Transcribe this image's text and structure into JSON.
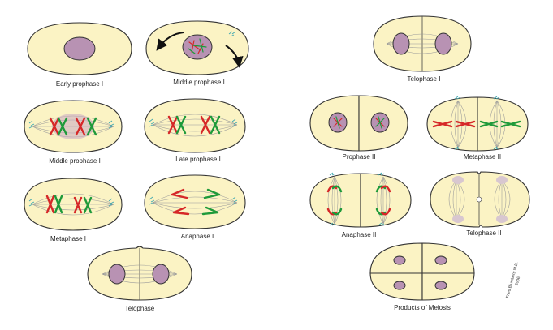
{
  "labels": {
    "early_prophase_1": "Early prophase I",
    "middle_prophase_1_a": "Middle prophase I",
    "middle_prophase_1_b": "Middle prophase I",
    "late_prophase_1": "Late prophase I",
    "metaphase_1": "Metaphase I",
    "anaphase_1": "Anaphase I",
    "telophase": "Telophase",
    "telophase_1": "Telophase I",
    "prophase_2": "Prophase II",
    "metaphase_2": "Metaphase II",
    "anaphase_2": "Anaphase II",
    "telophase_2": "Telophase II",
    "products": "Products of Meiosis"
  },
  "credit": "Fried.Blumberg M.D.\n2006",
  "colors": {
    "cytoplasm": "#fbf3c4",
    "nucleus": "#b892b3",
    "chromosome_maternal": "#d62828",
    "chromosome_paternal": "#1e9a3a",
    "centrosome": "#3aa6b0"
  }
}
